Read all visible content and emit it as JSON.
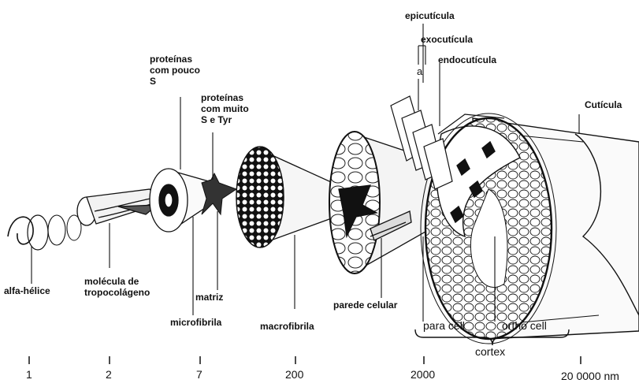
{
  "labels": {
    "epicuticula": "epicutícula",
    "exocuticula": "exocutícula",
    "endocuticula": "endocutícula",
    "a": "a",
    "cuticula": "Cutícula",
    "proteinas_pouco": "proteínas\ncom pouco\nS",
    "proteinas_muito": "proteínas\ncom muito\nS e Tyr",
    "alfa_helice": "alfa-hélice",
    "tropocolageno": "molécula de\ntropocolágeno",
    "matriz": "matriz",
    "microfibrila": "microfibrila",
    "macrofibrila": "macrofibrila",
    "parede_celular": "parede celular",
    "para_cell": "para cell",
    "ortho_cell": "ortho cell",
    "cortex": "cortex"
  },
  "scale": [
    "1",
    "2",
    "7",
    "200",
    "2000",
    "20 0000 nm"
  ]
}
